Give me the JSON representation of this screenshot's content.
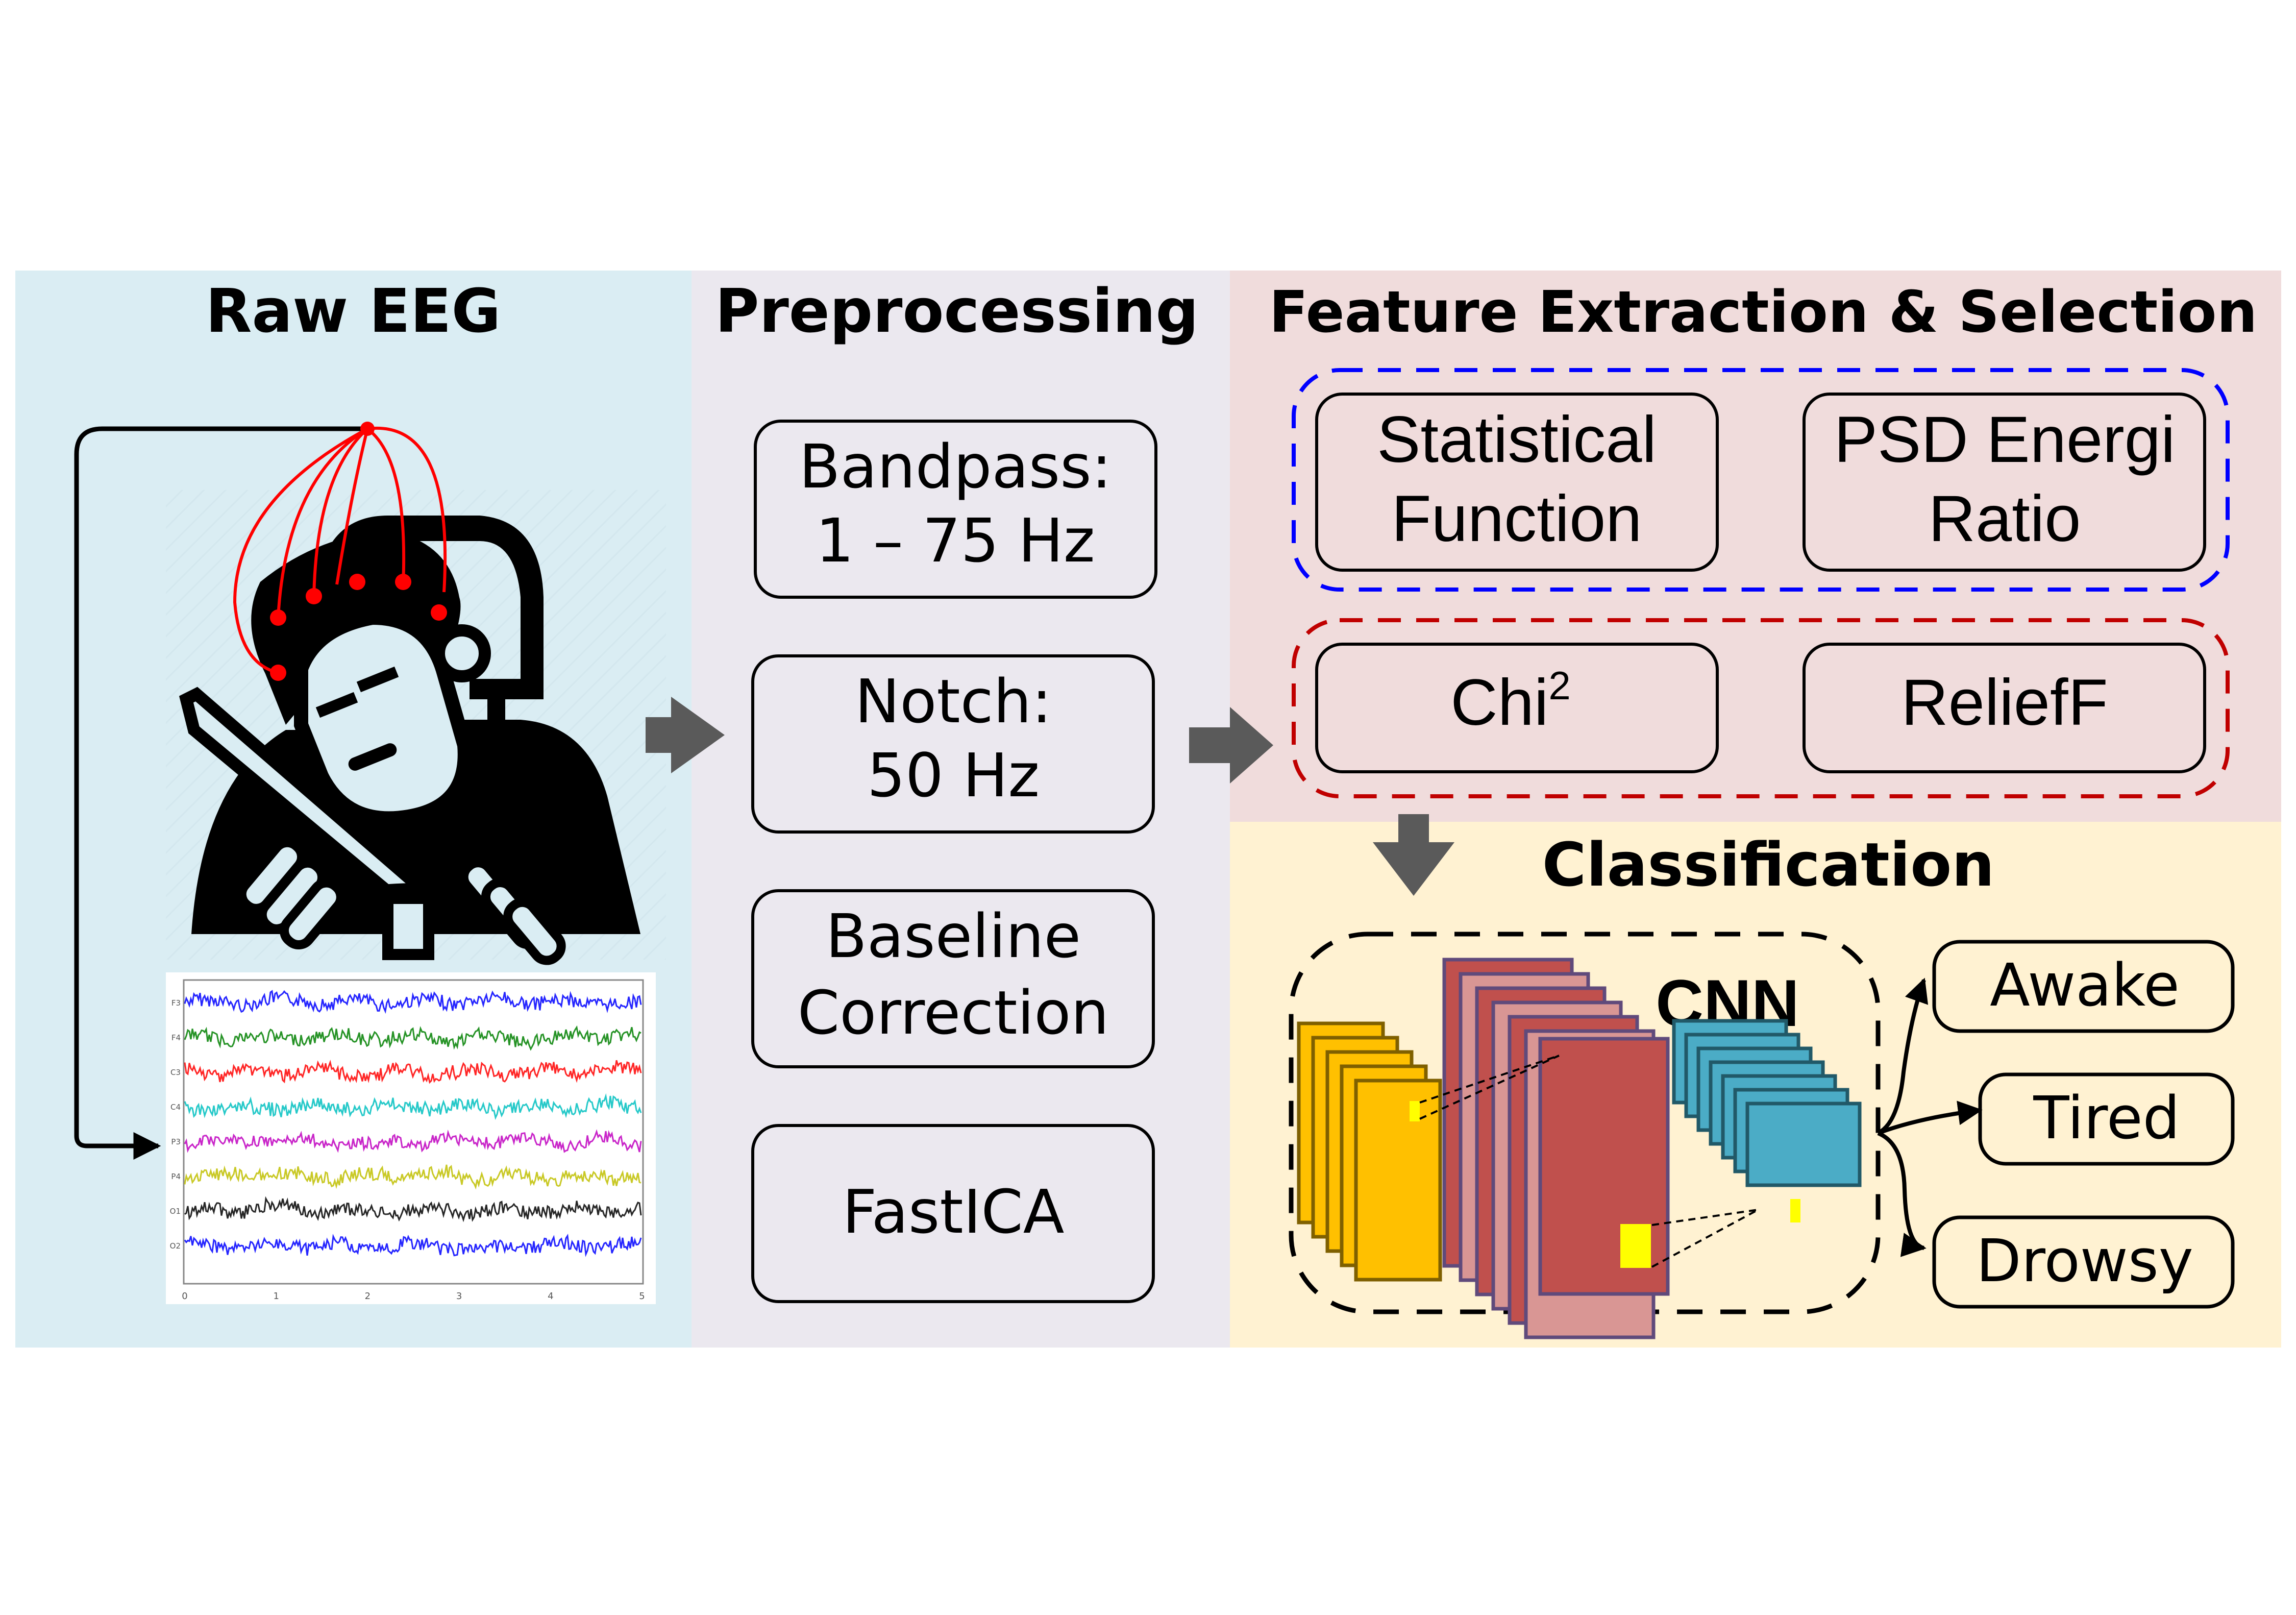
{
  "sections": {
    "raw_eeg": {
      "title": "Raw EEG",
      "bg": "#daedf3"
    },
    "preprocessing": {
      "title": "Preprocessing",
      "bg": "#ebe8ef"
    },
    "feature": {
      "title": "Feature Extraction & Selection",
      "bg": "#f0dcdc"
    },
    "classification": {
      "title": "Classification",
      "bg": "#fff2d2"
    }
  },
  "preprocessing_steps": [
    {
      "line1": "Bandpass:",
      "line2": "1 – 75 Hz"
    },
    {
      "line1": "Notch:",
      "line2": "50 Hz"
    },
    {
      "line1": "Baseline",
      "line2": "Correction"
    },
    {
      "line1": "FastICA",
      "line2": ""
    }
  ],
  "feature_extraction": {
    "group_color": "#0000ff",
    "items": [
      {
        "line1": "Statistical",
        "line2": "Function"
      },
      {
        "line1": "PSD Energi",
        "line2": "Ratio"
      }
    ]
  },
  "feature_selection": {
    "group_color": "#c00000",
    "items": [
      {
        "label": "Chi",
        "sup": "2"
      },
      {
        "label": "ReliefF",
        "sup": ""
      }
    ]
  },
  "cnn": {
    "label": "CNN"
  },
  "outputs": [
    "Awake",
    "Tired",
    "Drowsy"
  ],
  "eeg_plot": {
    "channels": [
      "F3",
      "F4",
      "C3",
      "C4",
      "P3",
      "P4",
      "O1",
      "O2"
    ],
    "channel_colors": [
      "#0000ff",
      "#008000",
      "#ff0000",
      "#00bfbf",
      "#bf00bf",
      "#bfbf00",
      "#000000",
      "#0000ff"
    ],
    "x_ticks": [
      "0",
      "1",
      "2",
      "3",
      "4",
      "5"
    ]
  },
  "colors": {
    "electrode": "#ff0000",
    "arrow": "#5a5a5a",
    "layer1_fill": "#ffc000",
    "layer1_stroke": "#7f6000",
    "layer2_fill_dark": "#c0504d",
    "layer2_fill_light": "#d99694",
    "layer2_stroke": "#604a7b",
    "layer3_fill": "#4bacc6",
    "layer3_stroke": "#215968",
    "highlight": "#ffff00"
  }
}
